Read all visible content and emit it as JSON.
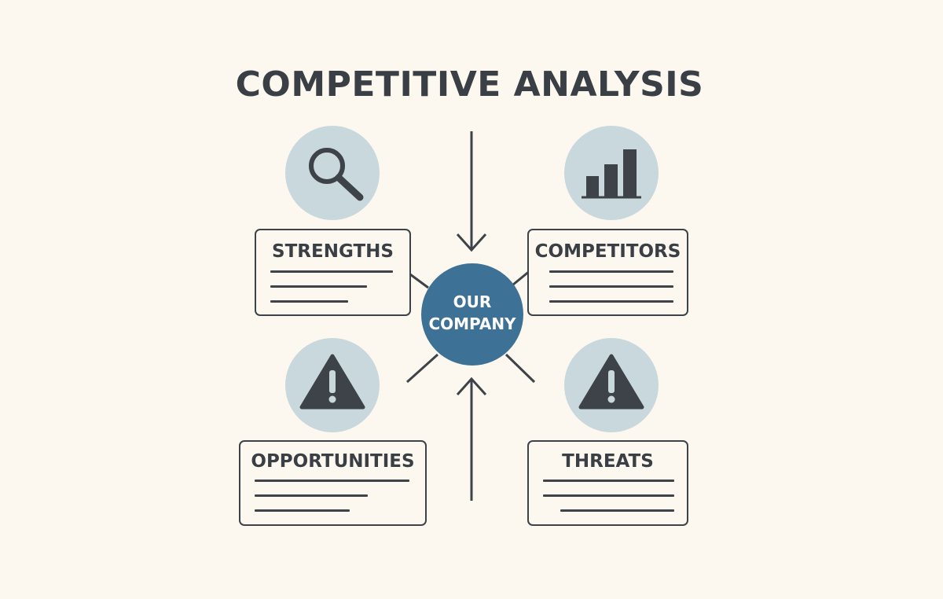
{
  "title": "COMPETITIVE ANALYSIS",
  "center": {
    "line1": "OUR",
    "line2": "COMPANY",
    "color": "#3e7196"
  },
  "quadrants": [
    {
      "label": "STRENGTHS",
      "icon": "magnifying-glass-icon"
    },
    {
      "label": "COMPETITORS",
      "icon": "bar-chart-icon"
    },
    {
      "label": "OPPORTUNITIES",
      "icon": "warning-triangle-icon"
    },
    {
      "label": "THREATS",
      "icon": "warning-triangle-icon"
    }
  ],
  "colors": {
    "background": "#fcf8ef",
    "ink": "#3d4348",
    "icon_circle": "#c9d8dc"
  }
}
